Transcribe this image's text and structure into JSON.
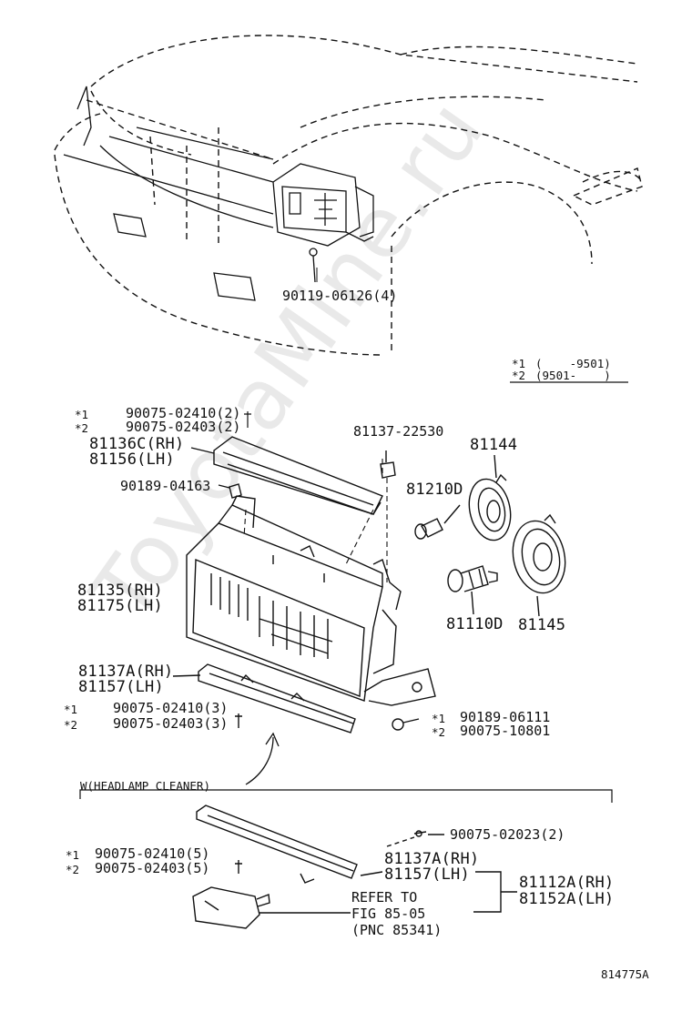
{
  "watermark": "ToyotaMine.ru",
  "legend": {
    "star1_mark": "*1",
    "star1_range": "(    -9501)",
    "star2_mark": "*2",
    "star2_range": "(9501-    )"
  },
  "labels": {
    "screw_top": "90119-06126(4)",
    "s1": "*1",
    "s2": "*2",
    "clip_a1": "90075-02410(2)",
    "clip_a2": "90075-02403(2)",
    "upper_rh": "81136C(RH)",
    "upper_lh": "81156(LH)",
    "nut_upper": "90189-04163",
    "bracket": "81137-22530",
    "ring_small": "81144",
    "bulb_small": "81210D",
    "lamp_rh": "81135(RH)",
    "lamp_lh": "81175(LH)",
    "bulb_main": "81110D",
    "ring_large": "81145",
    "lower_rh": "81137A(RH)",
    "lower_lh": "81157(LH)",
    "clip_b1": "90075-02410(3)",
    "clip_b2": "90075-02403(3)",
    "nut_b1": "90189-06111",
    "nut_b2": "90075-10801",
    "cleaner_title": "W(HEADLAMP CLEANER)",
    "screw_cleaner": "90075-02023(2)",
    "clip_c1": "90075-02410(5)",
    "clip_c2": "90075-02403(5)",
    "lower2_rh": "81137A(RH)",
    "lower2_lh": "81157(LH)",
    "assy_rh": "81112A(RH)",
    "assy_lh": "81152A(LH)",
    "refer1": "REFER TO",
    "refer2": "FIG 85-05",
    "refer3": "(PNC 85341)",
    "figno": "814775A"
  }
}
